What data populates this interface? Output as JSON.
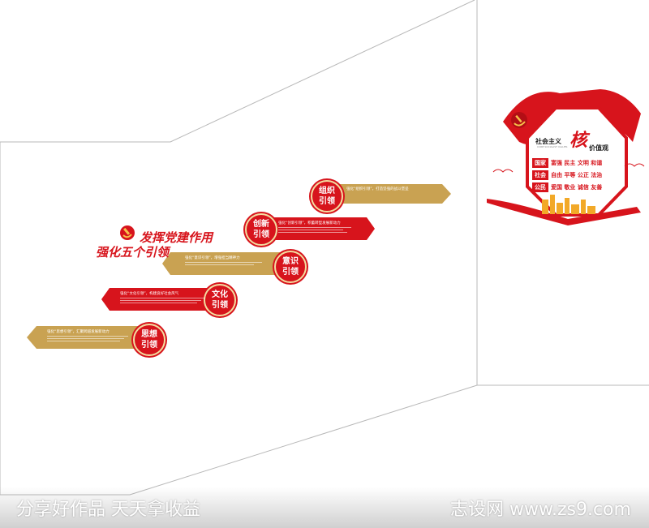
{
  "heading": {
    "line1": "发挥党建作用",
    "line2": "强化五个引领"
  },
  "steps": [
    {
      "circle": [
        "组织",
        "引领"
      ],
      "bar_text": "强化“组织引领”，打造坚强的战斗堡垒"
    },
    {
      "circle": [
        "创新",
        "引领"
      ],
      "bar_text": "强化“创新引领”，积蓄转型发展新动力"
    },
    {
      "circle": [
        "意识",
        "引领"
      ],
      "bar_text": "强化“意识引领”，增强担当精神力"
    },
    {
      "circle": [
        "文化",
        "引领"
      ],
      "bar_text": "强化“文化引领”，构建良好社会风气"
    },
    {
      "circle": [
        "思想",
        "引领"
      ],
      "bar_text": "强化“思想引领”，汇聚跨越发展新动力"
    }
  ],
  "values_panel": {
    "title_a": "社会主义",
    "title_big": "核",
    "title_b": "价值观",
    "subtitle": "CORE SOCIALIST VALUES",
    "rows": [
      {
        "label": "国家",
        "values": "富强  民主  文明  和谐"
      },
      {
        "label": "社会",
        "values": "自由  平等  公正  法治"
      },
      {
        "label": "公民",
        "values": "爱国  敬业  诚信  友善"
      }
    ]
  },
  "watermarks": {
    "left": "分享好作品 天天拿收益",
    "right": "志设网 www.zs9.com"
  },
  "colors": {
    "red": "#d7141c",
    "gold": "#c9a252",
    "line": "#b8b8b8"
  },
  "icons": [
    "hammer-sickle-icon",
    "red-flag-icon",
    "city-skyline-icon"
  ]
}
